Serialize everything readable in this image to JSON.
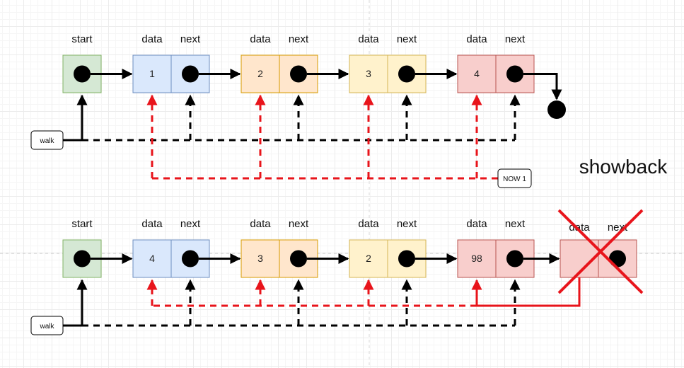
{
  "colors": {
    "start_fill": "#d5e8d4",
    "start_stroke": "#82b366",
    "blue_fill": "#dae8fc",
    "blue_stroke": "#6c8ebf",
    "orange_fill": "#ffe6cc",
    "orange_stroke": "#d79b00",
    "yellow_fill": "#fff2cc",
    "yellow_stroke": "#d6b656",
    "red_fill": "#f8cecc",
    "red_stroke": "#b85450",
    "pointer_red": "#e8141b"
  },
  "top": {
    "start_label": "start",
    "nodes": [
      {
        "data_label": "data",
        "next_label": "next",
        "value": "1"
      },
      {
        "data_label": "data",
        "next_label": "next",
        "value": "2"
      },
      {
        "data_label": "data",
        "next_label": "next",
        "value": "3"
      },
      {
        "data_label": "data",
        "next_label": "next",
        "value": "4"
      }
    ],
    "walk_tag": "walk",
    "now_tag": "NOW 1"
  },
  "title": "showback",
  "bottom": {
    "start_label": "start",
    "nodes": [
      {
        "data_label": "data",
        "next_label": "next",
        "value": "4"
      },
      {
        "data_label": "data",
        "next_label": "next",
        "value": "3"
      },
      {
        "data_label": "data",
        "next_label": "next",
        "value": "2"
      },
      {
        "data_label": "data",
        "next_label": "next",
        "value": "98"
      },
      {
        "data_label": "data",
        "next_label": "next",
        "value": ""
      }
    ],
    "walk_tag": "walk"
  }
}
